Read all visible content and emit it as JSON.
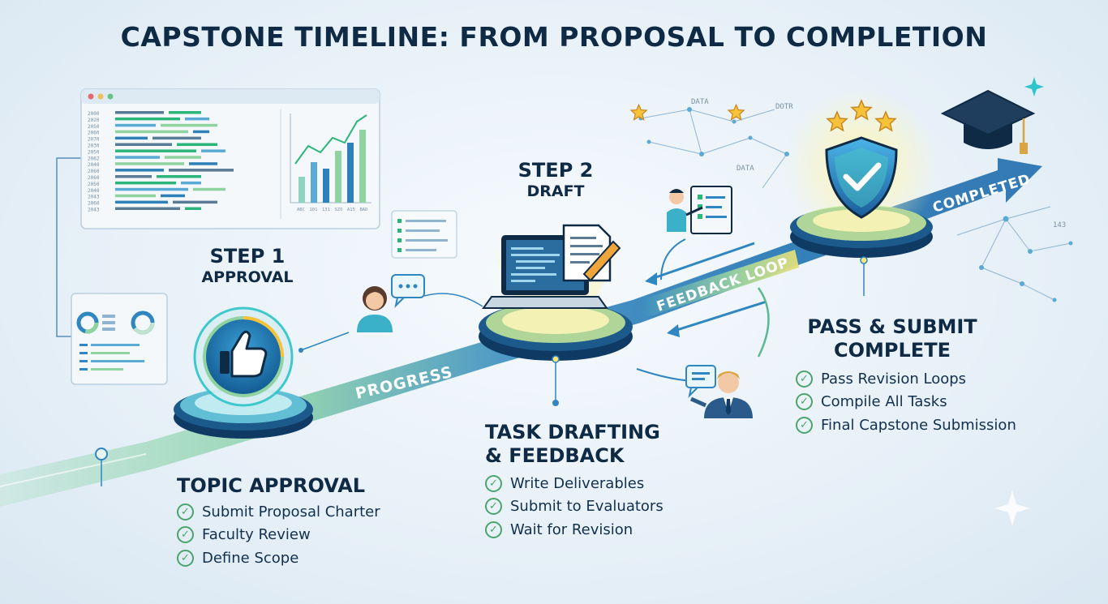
{
  "title": "CAPSTONE TIMELINE: FROM PROPOSAL TO COMPLETION",
  "arrow_labels": {
    "progress": "PROGRESS",
    "feedback_loop": "FEEDBACK LOOP",
    "completed": "COMPLETED"
  },
  "step1": {
    "title": "STEP 1",
    "subtitle": "APPROVAL"
  },
  "step2": {
    "title": "STEP 2",
    "subtitle": "DRAFT"
  },
  "sections": {
    "topic": {
      "title": "TOPIC APPROVAL",
      "items": [
        "Submit Proposal Charter",
        "Faculty Review",
        "Define Scope"
      ]
    },
    "drafting": {
      "title_line1": "TASK DRAFTING",
      "title_line2": "& FEEDBACK",
      "items": [
        "Write Deliverables",
        "Submit to Evaluators",
        "Wait for Revision"
      ]
    },
    "pass": {
      "title_line1": "PASS & SUBMIT",
      "title_line2": "COMPLETE",
      "items": [
        "Pass Revision Loops",
        "Compile All Tasks",
        "Final Capstone Submission"
      ]
    }
  },
  "code_panel": {
    "years": [
      "2000",
      "2020",
      "2050",
      "2060",
      "2070",
      "2030",
      "2050",
      "2062",
      "2040",
      "2060",
      "2060",
      "2050",
      "2040",
      "2043",
      "2060",
      "2043"
    ],
    "chart_ticks": [
      "ABC",
      "101",
      "131",
      "SZO",
      "A15",
      "BAD"
    ]
  },
  "network_labels": {
    "data1": "DATA",
    "dotr": "DOTR",
    "data2": "DATA",
    "n143": "143"
  },
  "colors": {
    "dark_navy": "#0f2a44",
    "arrow_blue": "#2f7fb8",
    "arrow_green": "#7ccc9a",
    "check_green": "#4aa46b",
    "gold": "#f5c23a",
    "teal": "#2ec5c9"
  }
}
